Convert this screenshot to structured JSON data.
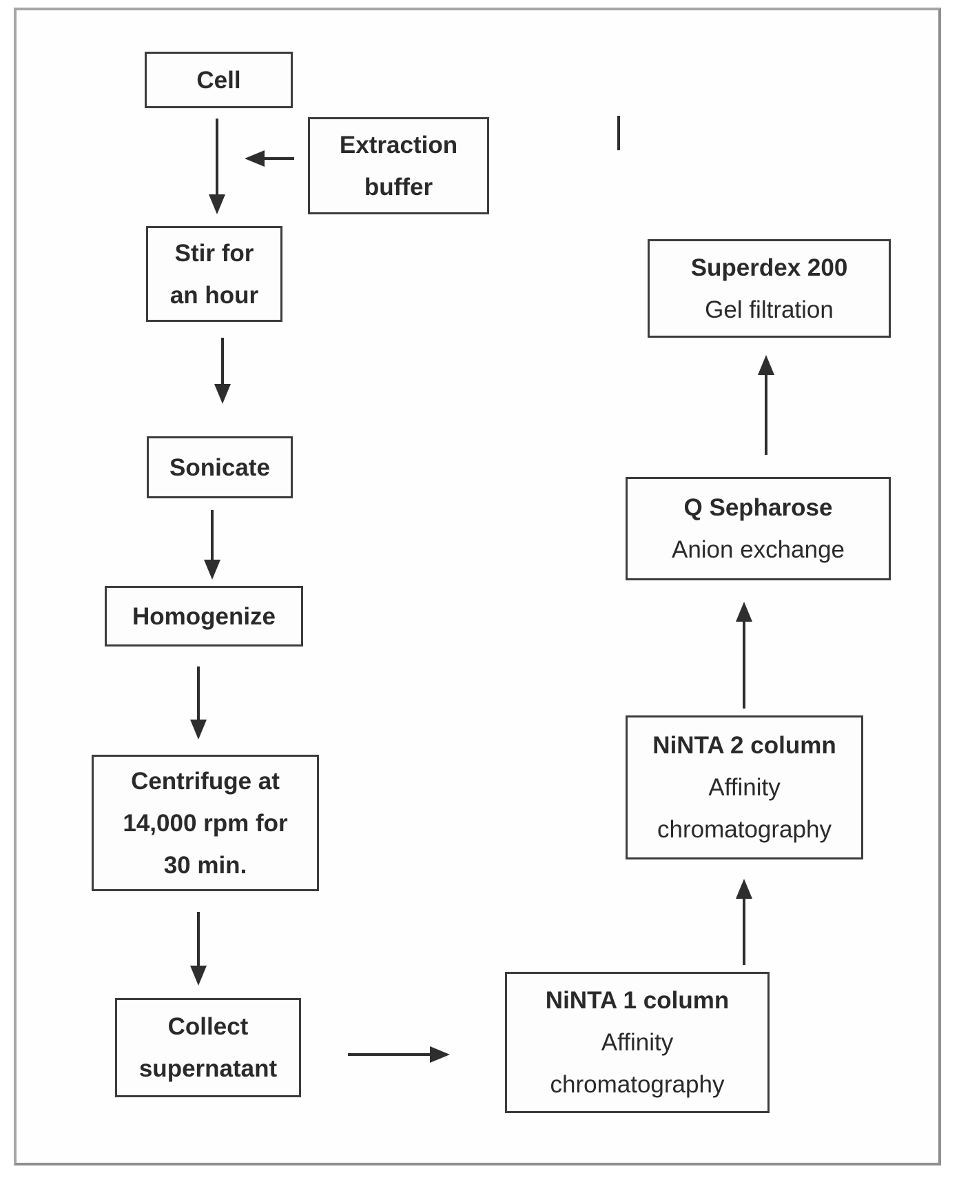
{
  "diagram_type": "flowchart",
  "colors": {
    "background": "#ffffff",
    "frame_border": "#8e8e8e",
    "box_border": "#3c3c3c",
    "text": "#2a2a2a",
    "arrow": "#2e2e2e"
  },
  "nodes": {
    "cell": {
      "l1": "Cell"
    },
    "extraction_buffer": {
      "l1": "Extraction",
      "l2": "buffer"
    },
    "stir": {
      "l1": "Stir for",
      "l2": "an hour"
    },
    "sonicate": {
      "l1": "Sonicate"
    },
    "homogenize": {
      "l1": "Homogenize"
    },
    "centrifuge": {
      "l1": "Centrifuge at",
      "l2": "14,000 rpm for",
      "l3": "30 min."
    },
    "collect_supernatant": {
      "l1": "Collect",
      "l2": "supernatant"
    },
    "ninta1": {
      "l1": "NiNTA 1 column",
      "l2": "Affinity",
      "l3": "chromatography"
    },
    "ninta2": {
      "l1": "NiNTA 2 column",
      "l2": "Affinity",
      "l3": "chromatography"
    },
    "q_sepharose": {
      "l1": "Q Sepharose",
      "l2": "Anion exchange"
    },
    "superdex": {
      "l1": "Superdex 200",
      "l2": "Gel filtration"
    }
  },
  "edges": [
    {
      "from": "Cell",
      "to": "Stir for an hour"
    },
    {
      "from": "Extraction buffer",
      "to": "Cell-to-Stir flow"
    },
    {
      "from": "Stir for an hour",
      "to": "Sonicate"
    },
    {
      "from": "Sonicate",
      "to": "Homogenize"
    },
    {
      "from": "Homogenize",
      "to": "Centrifuge at 14,000 rpm for 30 min."
    },
    {
      "from": "Centrifuge at 14,000 rpm for 30 min.",
      "to": "Collect supernatant"
    },
    {
      "from": "Collect supernatant",
      "to": "NiNTA 1 column Affinity chromatography"
    },
    {
      "from": "NiNTA 1 column Affinity chromatography",
      "to": "NiNTA 2 column Affinity chromatography"
    },
    {
      "from": "NiNTA 2 column Affinity chromatography",
      "to": "Q Sepharose Anion exchange"
    },
    {
      "from": "Q Sepharose Anion exchange",
      "to": "Superdex 200 Gel filtration"
    }
  ]
}
